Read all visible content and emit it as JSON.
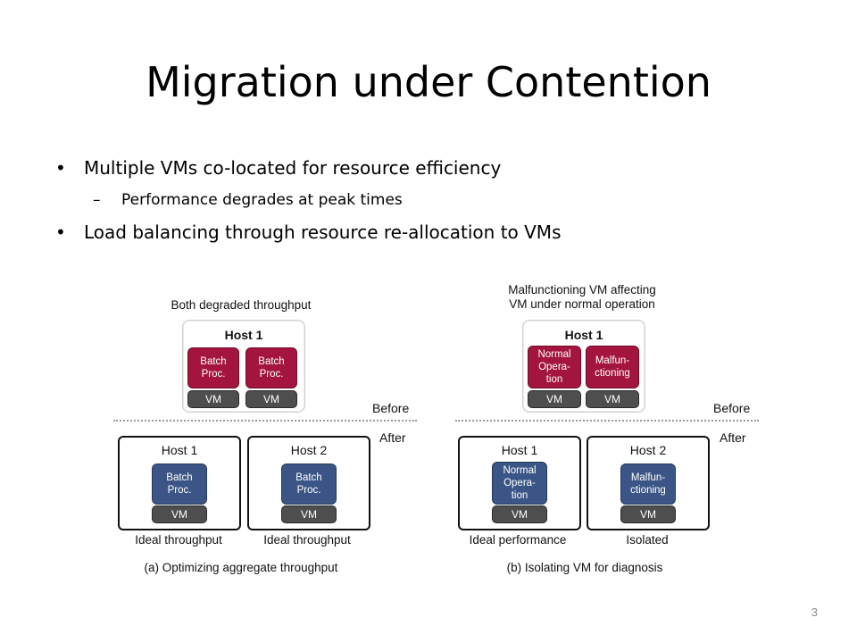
{
  "slide": {
    "title": "Migration under Contention",
    "bullets": [
      "Multiple VMs co-located for resource efficiency",
      "Performance degrades at peak times",
      "Load balancing through resource re-allocation to VMs"
    ],
    "page_number": "3"
  },
  "colors": {
    "degraded_process": "#a3153f",
    "healthy_process": "#3b5686",
    "vm": "#4e4e4e"
  },
  "diagram_a": {
    "top_caption": "Both degraded throughput",
    "top_host": {
      "label": "Host 1",
      "procs": [
        "Batch\nProc.",
        "Batch\nProc."
      ],
      "vms": [
        "VM",
        "VM"
      ]
    },
    "before_label": "Before",
    "after_label": "After",
    "hosts_after": [
      {
        "label": "Host 1",
        "proc": "Batch\nProc.",
        "vm": "VM",
        "below": "Ideal throughput"
      },
      {
        "label": "Host 2",
        "proc": "Batch\nProc.",
        "vm": "VM",
        "below": "Ideal throughput"
      }
    ],
    "caption": "(a) Optimizing aggregate throughput"
  },
  "diagram_b": {
    "top_caption": "Malfunctioning VM affecting\nVM under normal operation",
    "top_host": {
      "label": "Host 1",
      "procs": [
        "Normal\nOpera-\ntion",
        "Malfun-\nctioning"
      ],
      "vms": [
        "VM",
        "VM"
      ]
    },
    "before_label": "Before",
    "after_label": "After",
    "hosts_after": [
      {
        "label": "Host 1",
        "proc": "Normal\nOpera-\ntion",
        "vm": "VM",
        "below": "Ideal performance"
      },
      {
        "label": "Host 2",
        "proc": "Malfun-\nctioning",
        "vm": "VM",
        "below": "Isolated"
      }
    ],
    "caption": "(b) Isolating VM for diagnosis"
  }
}
